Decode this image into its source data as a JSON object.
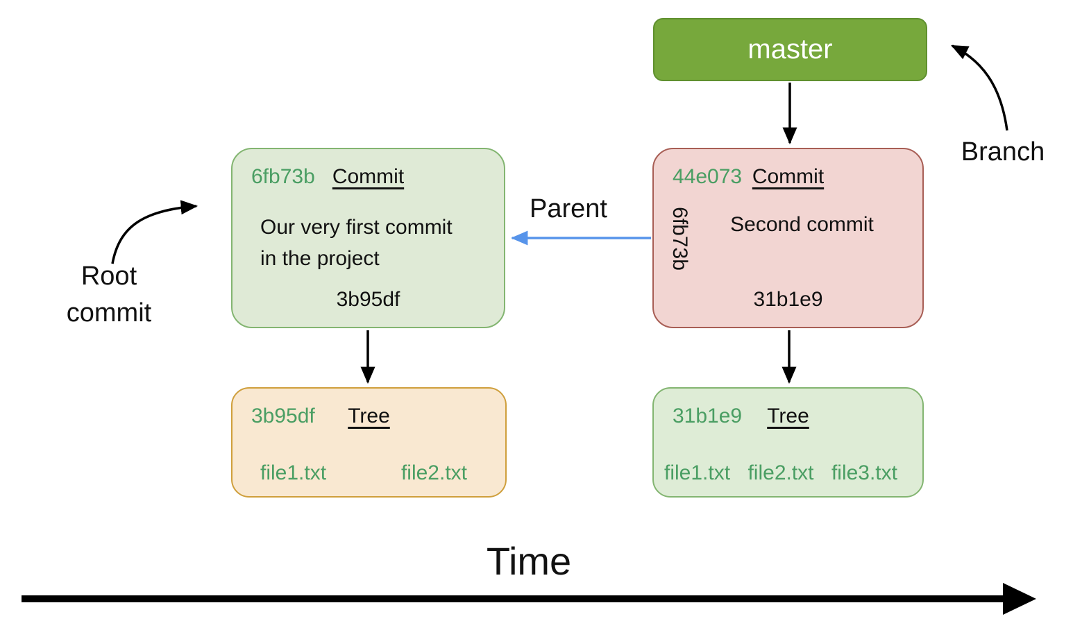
{
  "branch": {
    "name": "master"
  },
  "labels": {
    "parent": "Parent",
    "branch": "Branch",
    "root_commit": "Root\ncommit",
    "time": "Time"
  },
  "commits": [
    {
      "hash": "6fb73b",
      "object_label": "Commit",
      "message": "Our very first commit\nin the project",
      "tree": "3b95df"
    },
    {
      "hash": "44e073",
      "object_label": "Commit",
      "parent": "6fb73b",
      "message": "Second commit",
      "tree": "31b1e9"
    }
  ],
  "trees": [
    {
      "hash": "3b95df",
      "object_label": "Tree",
      "files": [
        "file1.txt",
        "file2.txt"
      ]
    },
    {
      "hash": "31b1e9",
      "object_label": "Tree",
      "files": [
        "file1.txt",
        "file2.txt",
        "file3.txt"
      ]
    }
  ],
  "colors": {
    "branch_fill": "#77a83c",
    "branch_border": "#5f902e",
    "branch_text": "#ffffff",
    "commit1_fill": "#dfead6",
    "commit1_border": "#83b571",
    "commit2_fill": "#f2d5d2",
    "commit2_border": "#a85e55",
    "tree1_fill": "#f9e8d1",
    "tree1_border": "#cf9f3c",
    "tree2_fill": "#deecd6",
    "tree2_border": "#83b571",
    "hash_text": "#4a9e63",
    "parent_arrow": "#5794ea",
    "annotation_arrows": "#000000"
  }
}
